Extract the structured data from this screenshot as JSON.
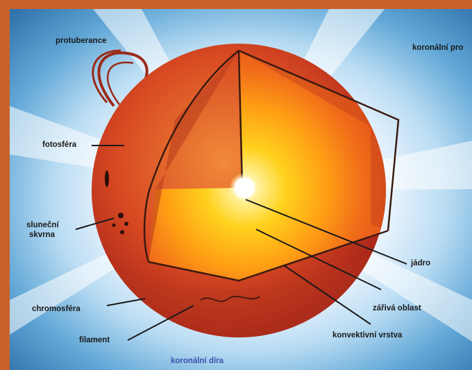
{
  "labels": {
    "protuberance": "protuberance",
    "koronalni_pro": "koronální pro",
    "fotosfera": "fotosféra",
    "slunecni_line1": "sluneční",
    "slunecni_line2": "skvrna",
    "chromosfera": "chromosféra",
    "filament": "filament",
    "koronalni_dira": "koronální díra",
    "jadro": "jádro",
    "zariva_oblast": "zářivá oblast",
    "konvektivni_vrstva": "konvektivní vrstva"
  },
  "colors": {
    "frame": "#c8622a",
    "sun_outer": "#c9301a",
    "core": "#ffffff",
    "radiative": "#ffcc22",
    "label_text": "#1a1a1a",
    "hole_text": "#3a4fa8"
  }
}
